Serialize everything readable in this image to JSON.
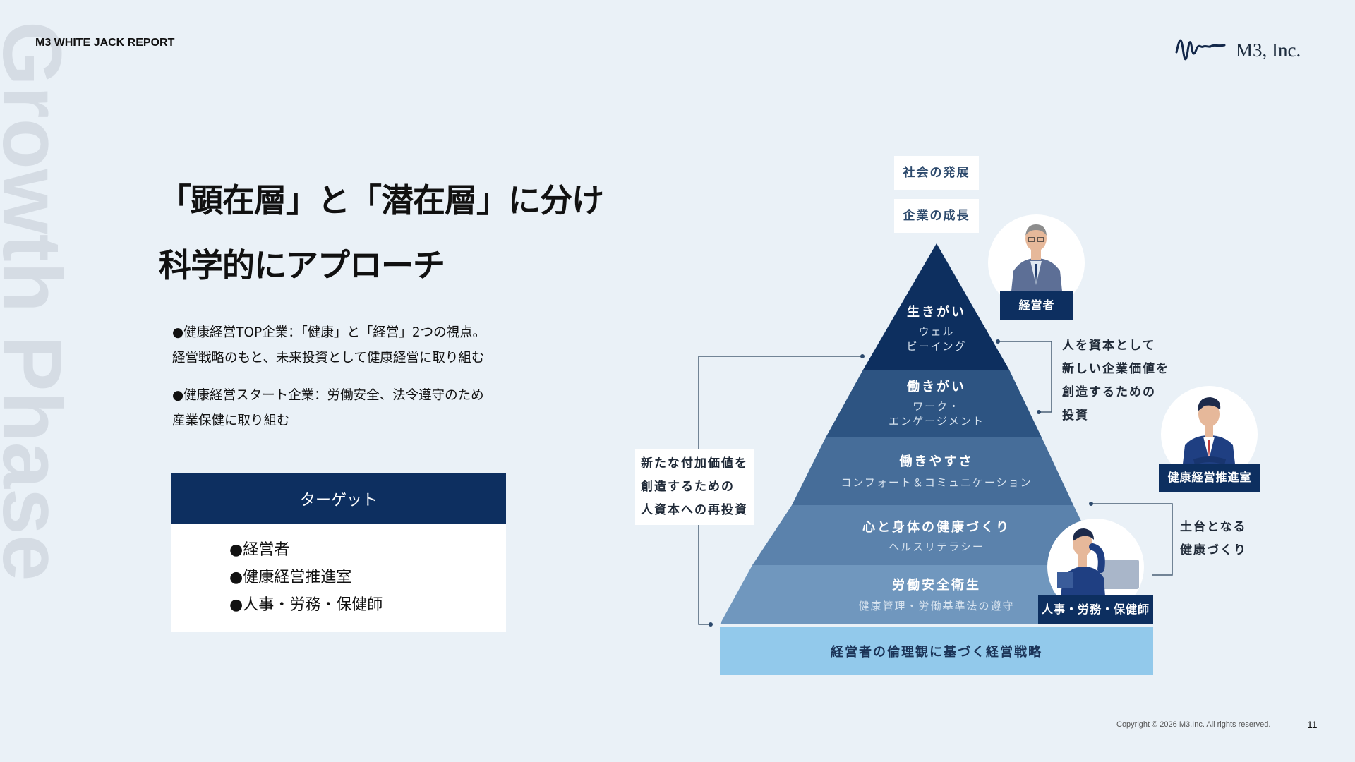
{
  "watermark": "Growth Phase",
  "report_label": "M3 WHITE JACK REPORT",
  "logo": {
    "brand": "M3, Inc.",
    "icon": "m3-wave-icon"
  },
  "title": {
    "line1": "「顕在層」と「潜在層」に分け",
    "line2": "科学的にアプローチ"
  },
  "bullets": [
    {
      "line1": "●健康経営TOP企業：「健康」と「経営」2つの視点。",
      "line2": "経営戦略のもと、未来投資として健康経営に取り組む"
    },
    {
      "line1": "●健康経営スタート企業：労働安全、法令遵守のため",
      "line2": "産業保健に取り組む"
    }
  ],
  "target": {
    "heading": "ターゲット",
    "items": [
      "●経営者",
      "●健康経営推進室",
      "●人事・労務・保健師"
    ]
  },
  "diagram": {
    "top_labels": [
      "社会の発展",
      "企業の成長"
    ],
    "levels": [
      {
        "main": "生きがい",
        "sub1": "ウェル",
        "sub2": "ビーイング"
      },
      {
        "main": "働きがい",
        "sub1": "ワーク・",
        "sub2": "エンゲージメント"
      },
      {
        "main": "働きやすさ",
        "sub1": "コンフォート＆コミュニケーション",
        "sub2": ""
      },
      {
        "main": "心と身体の健康づくり",
        "sub1": "ヘルスリテラシー",
        "sub2": ""
      },
      {
        "main": "労働安全衛生",
        "sub1": "健康管理・労働基準法の遵守",
        "sub2": ""
      }
    ],
    "foundation": "経営者の倫理観に基づく経営戦略",
    "left_annotation": [
      "新たな付加価値を",
      "創造するための",
      "人資本への再投資"
    ],
    "right_annotation_top": [
      "人を資本として",
      "新しい企業価値を",
      "創造するための",
      "投資"
    ],
    "right_annotation_bottom": [
      "土台となる",
      "健康づくり"
    ],
    "roles": [
      "経営者",
      "健康経営推進室",
      "人事・労務・保健師"
    ],
    "colors": {
      "level1": "#0d2f5f",
      "level2": "#2d5482",
      "level3": "#466d99",
      "level4": "#5b82ac",
      "level5": "#7097be",
      "foundation": "#92c9eb",
      "tag": "#0d2f60"
    }
  },
  "footer": {
    "copyright": "Copyright © 2026  M3,Inc. All rights reserved.",
    "page": "11"
  }
}
